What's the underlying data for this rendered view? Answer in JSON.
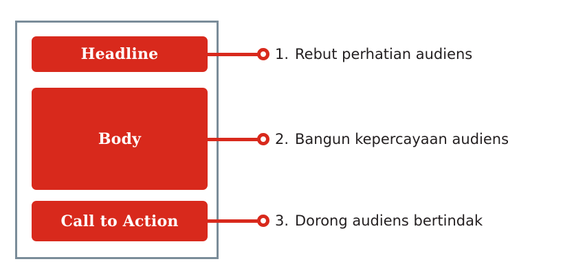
{
  "diagram": {
    "title": "Ad structure diagram",
    "colors": {
      "block_red": "#d8291c",
      "container_border": "#7a8c99",
      "text_dark": "#231f20",
      "background": "#ffffff"
    },
    "container": {
      "name": "ad-container"
    },
    "blocks": [
      {
        "id": "headline",
        "label": "Headline"
      },
      {
        "id": "body",
        "label": "Body"
      },
      {
        "id": "cta",
        "label": "Call to Action"
      }
    ],
    "list": [
      {
        "number": "1.",
        "text": "Rebut perhatian audiens"
      },
      {
        "number": "2.",
        "text": "Bangun kepercayaan audiens"
      },
      {
        "number": "3.",
        "text": "Dorong audiens bertindak"
      }
    ],
    "connectors": [
      {
        "id": "connector-1",
        "icon": "ring-node-icon"
      },
      {
        "id": "connector-2",
        "icon": "ring-node-icon"
      },
      {
        "id": "connector-3",
        "icon": "ring-node-icon"
      }
    ]
  }
}
